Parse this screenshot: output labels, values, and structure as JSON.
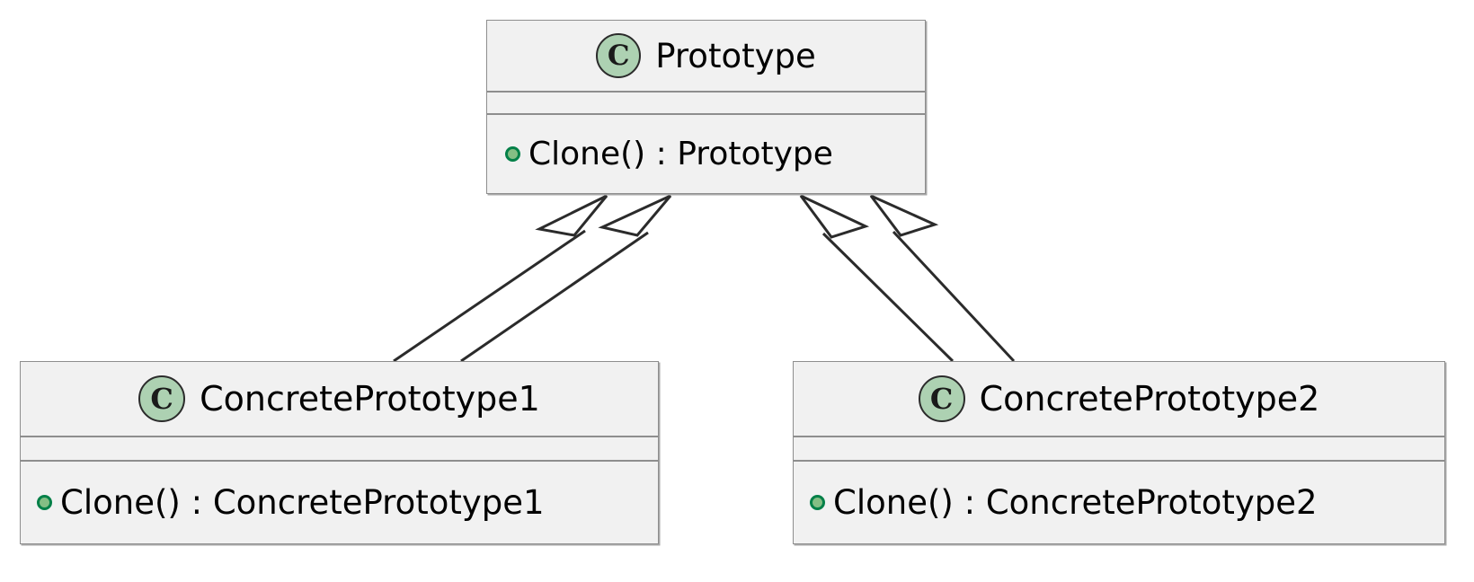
{
  "diagram": {
    "type": "uml-class-diagram",
    "pattern": "Prototype",
    "background": "#FFFFFF",
    "palette": {
      "box_fill": "#F1F1F1",
      "box_border": "#8E8E8E",
      "class_icon_fill": "#ADD1B2",
      "class_icon_border": "#2B2B2B",
      "visibility_public_fill": "#84BE84",
      "visibility_public_border": "#038048",
      "edge_stroke": "#2B2B2B",
      "text": "#000000"
    }
  },
  "classes": {
    "prototype": {
      "stereotype_letter": "C",
      "name": "Prototype",
      "attributes": [],
      "methods": [
        {
          "visibility": "public",
          "signature": "Clone() : Prototype"
        }
      ]
    },
    "concrete1": {
      "stereotype_letter": "C",
      "name": "ConcretePrototype1",
      "attributes": [],
      "methods": [
        {
          "visibility": "public",
          "signature": "Clone() : ConcretePrototype1"
        }
      ]
    },
    "concrete2": {
      "stereotype_letter": "C",
      "name": "ConcretePrototype2",
      "attributes": [],
      "methods": [
        {
          "visibility": "public",
          "signature": "Clone() : ConcretePrototype2"
        }
      ]
    }
  },
  "relationships": [
    {
      "kind": "generalization",
      "from": "ConcretePrototype1",
      "to": "Prototype",
      "arrowhead": "hollow-triangle"
    },
    {
      "kind": "generalization",
      "from": "ConcretePrototype1",
      "to": "Prototype",
      "arrowhead": "hollow-triangle"
    },
    {
      "kind": "generalization",
      "from": "ConcretePrototype2",
      "to": "Prototype",
      "arrowhead": "hollow-triangle"
    },
    {
      "kind": "generalization",
      "from": "ConcretePrototype2",
      "to": "Prototype",
      "arrowhead": "hollow-triangle"
    }
  ]
}
